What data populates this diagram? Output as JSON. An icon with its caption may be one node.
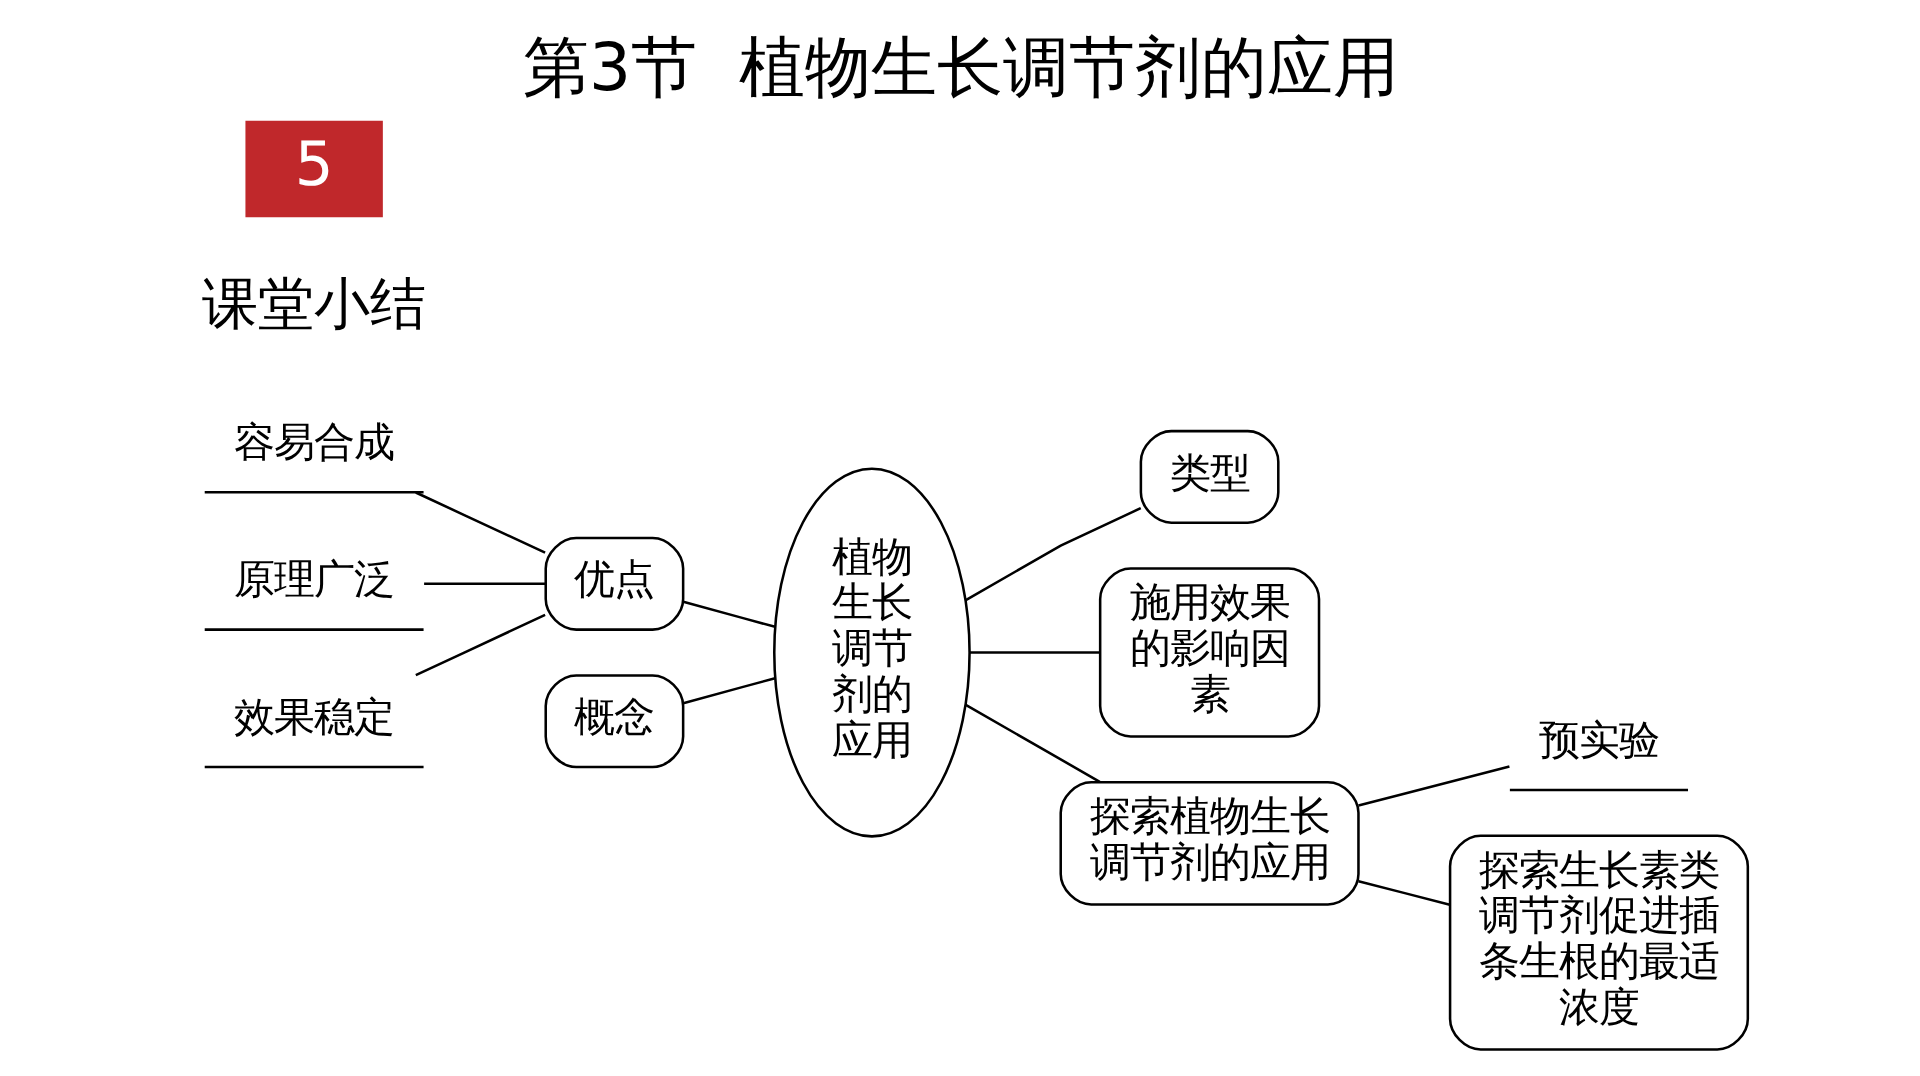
{
  "diagram": {
    "title": "第3节  植物生长调节剂的应用",
    "nodes": [
      {
        "text": [
          "容易合成"
        ]
      },
      {
        "text": [
          "原理广泛"
        ]
      },
      {
        "text": [
          "效果稳定"
        ]
      },
      {
        "text": [
          "概念"
        ]
      },
      {
        "text": [
          "优点"
        ]
      },
      {
        "text": [
          "植物生长调节剂的应用"
        ]
      },
      {
        "text": [
          "类型"
        ]
      },
      {
        "text": [
          "施用效果的影响因素"
        ]
      },
      {
        "text": [
          "探索植物生长调节剂的应用"
        ]
      },
      {
        "text": [
          "预实验"
        ]
      },
      {
        "text": [
          "探索生长素类调节剂促进插条生根的最适浓度"
        ]
      }
    ],
    "edges": [
      {
        "from": 0,
        "to": 4,
        "arrow": "none"
      },
      {
        "from": 1,
        "to": 4,
        "arrow": "none"
      },
      {
        "from": 2,
        "to": 4,
        "arrow": "none"
      },
      {
        "from": 3,
        "to": 5,
        "arrow": "none"
      },
      {
        "from": 4,
        "to": 5,
        "arrow": "none"
      },
      {
        "from": 5,
        "to": 6,
        "arrow": "none"
      },
      {
        "from": 5,
        "to": 7,
        "arrow": "none"
      },
      {
        "from": 5,
        "to": 8,
        "arrow": "none"
      },
      {
        "from": 8,
        "to": 9,
        "arrow": "none"
      },
      {
        "from": 8,
        "to": 10,
        "arrow": "none"
      }
    ],
    "labels": [
      "5",
      "课堂小结"
    ]
  }
}
